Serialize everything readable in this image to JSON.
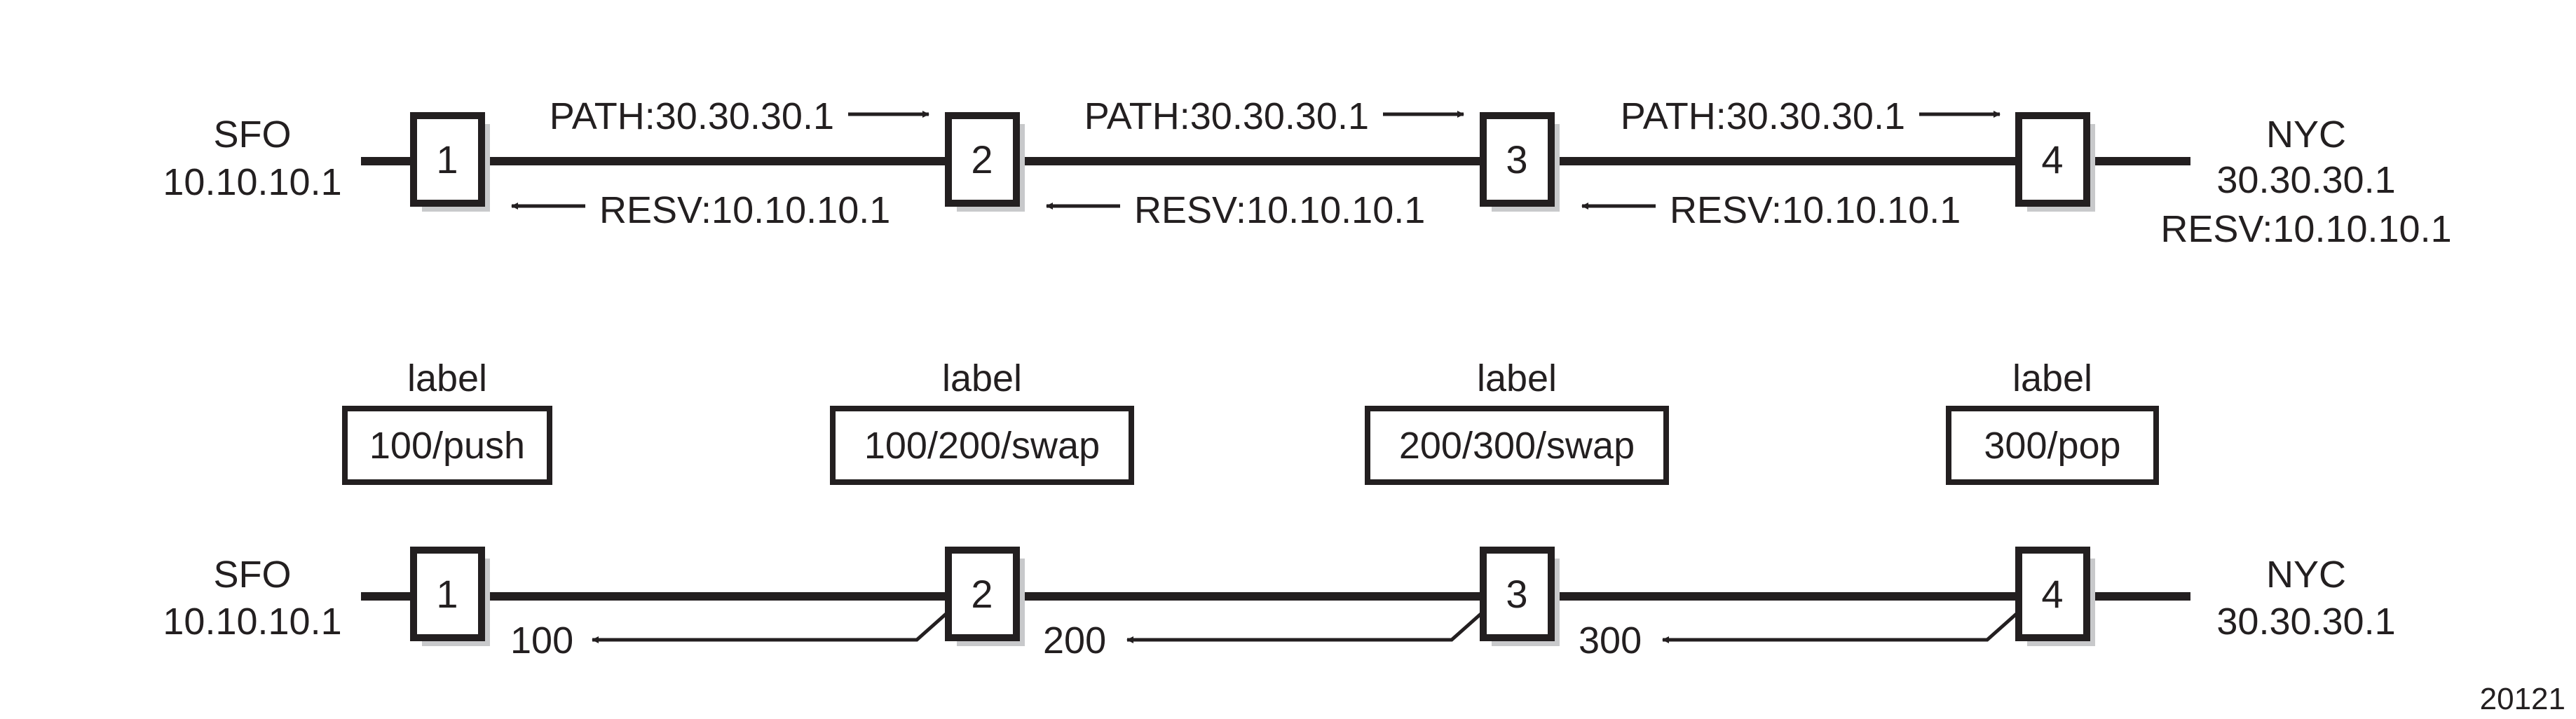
{
  "top": {
    "left_endpoint": {
      "name": "SFO",
      "ip": "10.10.10.1"
    },
    "right_endpoint": {
      "name": "NYC",
      "ip": "30.30.30.1",
      "resv": "RESV:10.10.10.1"
    },
    "routers": [
      "1",
      "2",
      "3",
      "4"
    ],
    "path_messages": [
      "PATH:30.30.30.1",
      "PATH:30.30.30.1",
      "PATH:30.30.30.1"
    ],
    "resv_messages": [
      "RESV:10.10.10.1",
      "RESV:10.10.10.1",
      "RESV:10.10.10.1"
    ]
  },
  "labels": [
    {
      "title": "label",
      "value": "100/push"
    },
    {
      "title": "label",
      "value": "100/200/swap"
    },
    {
      "title": "label",
      "value": "200/300/swap"
    },
    {
      "title": "label",
      "value": "300/pop"
    }
  ],
  "bottom": {
    "left_endpoint": {
      "name": "SFO",
      "ip": "10.10.10.1"
    },
    "right_endpoint": {
      "name": "NYC",
      "ip": "30.30.30.1"
    },
    "routers": [
      "1",
      "2",
      "3",
      "4"
    ],
    "label_values": [
      "100",
      "200",
      "300"
    ]
  },
  "figure_id": "20121",
  "colors": {
    "stroke": "#231f20",
    "shadow": "#c8c9cb",
    "background": "#ffffff"
  }
}
